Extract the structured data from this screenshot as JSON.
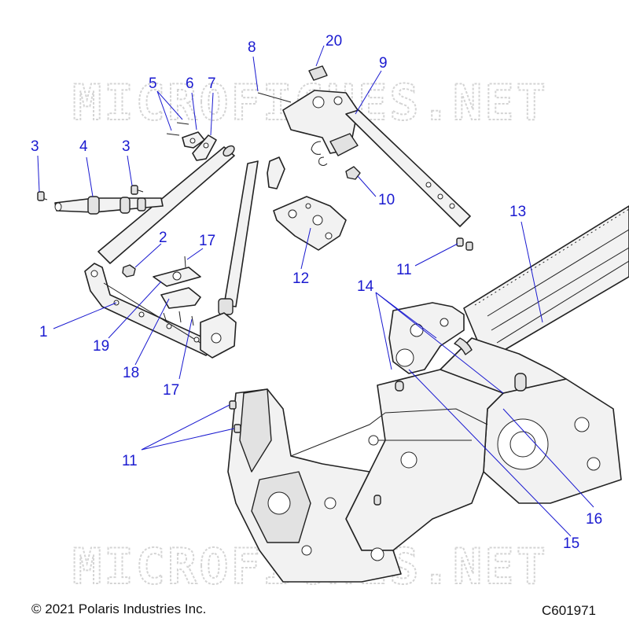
{
  "watermark": "MICROFICHES.NET",
  "copyright": "© 2021 Polaris Industries Inc.",
  "diagram_code": "C601971",
  "callouts": [
    {
      "id": "1",
      "label": "1"
    },
    {
      "id": "2",
      "label": "2"
    },
    {
      "id": "3a",
      "label": "3"
    },
    {
      "id": "3b",
      "label": "3"
    },
    {
      "id": "4",
      "label": "4"
    },
    {
      "id": "5",
      "label": "5"
    },
    {
      "id": "6",
      "label": "6"
    },
    {
      "id": "7",
      "label": "7"
    },
    {
      "id": "8",
      "label": "8"
    },
    {
      "id": "9",
      "label": "9"
    },
    {
      "id": "10",
      "label": "10"
    },
    {
      "id": "11a",
      "label": "11"
    },
    {
      "id": "11b",
      "label": "11"
    },
    {
      "id": "12",
      "label": "12"
    },
    {
      "id": "13",
      "label": "13"
    },
    {
      "id": "14",
      "label": "14"
    },
    {
      "id": "15",
      "label": "15"
    },
    {
      "id": "16",
      "label": "16"
    },
    {
      "id": "17a",
      "label": "17"
    },
    {
      "id": "17b",
      "label": "17"
    },
    {
      "id": "18",
      "label": "18"
    },
    {
      "id": "19",
      "label": "19"
    },
    {
      "id": "20",
      "label": "20"
    }
  ],
  "colors": {
    "callout": "#1a1ad0",
    "line": "#222222",
    "watermark": "#d4d4d4"
  }
}
